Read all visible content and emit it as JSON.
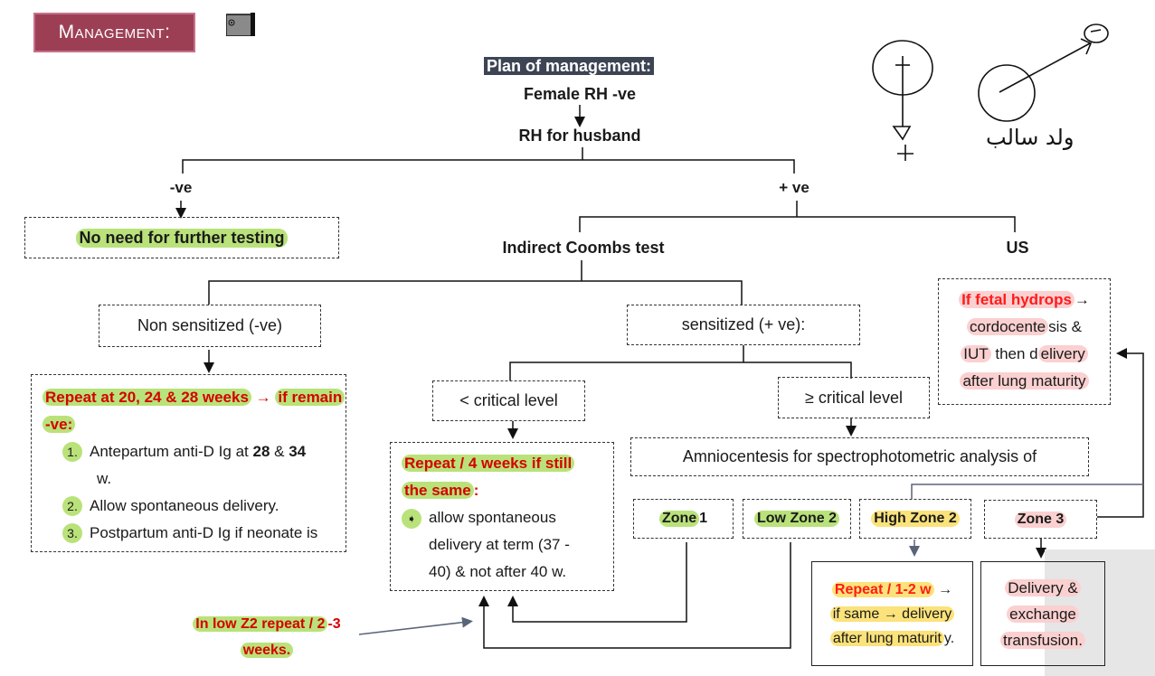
{
  "header": {
    "section_title": "Management:",
    "camera_icon": "camera-icon"
  },
  "flow": {
    "plan_title": "Plan of management:",
    "female_rh": "Female RH -ve",
    "husband_rh": "RH for husband",
    "neg_label": "-ve",
    "pos_label": "+ ve",
    "no_further": "No need for further testing",
    "indirect_coombs": "Indirect Coombs test",
    "us": "US",
    "non_sensitized": "Non sensitized (-ve)",
    "sensitized": "sensitized (+ ve):",
    "non_sens_box": {
      "heading_hl": "Repeat at 20, 24 & 28 weeks",
      "heading_arrow": "→",
      "heading_tail": "if remain",
      "heading_tail2": "-ve:",
      "items": [
        {
          "num": "1.",
          "text": "Antepartum anti-D Ig at ",
          "b1": "28",
          "mid": " & ",
          "b2": "34",
          "end": " w."
        },
        {
          "num": "2.",
          "text": "Allow spontaneous delivery."
        },
        {
          "num": "3.",
          "text": "Postpartum anti-D Ig if neonate is"
        }
      ]
    },
    "below_critical": "< critical level",
    "above_critical": "≥ critical level",
    "below_box": {
      "heading1": "Repeat / 4 weeks if still",
      "heading2": "the same",
      "heading2_colon": ":",
      "bullet_icon": "hand-pointer-icon",
      "line1": "allow spontaneous",
      "line2": "delivery at term (37 -",
      "line3": "40) & not after 40 w."
    },
    "amnio": "Amniocentesis for spectrophotometric analysis of",
    "zones": [
      {
        "hl": "Zone",
        "rest": " 1",
        "color": "green"
      },
      {
        "hl": "Low Zone 2",
        "rest": "",
        "color": "green"
      },
      {
        "hl": "High Zone 2",
        "rest": "",
        "color": "yellow"
      },
      {
        "hl": "Zone 3",
        "rest": "",
        "color": "pink"
      }
    ],
    "high_zone_box": {
      "line1_hl": "Repeat / 1-2 w",
      "line1_arrow": "→",
      "line2": "if same → delivery",
      "line3_hl": "after lung maturit",
      "line3_end": "y."
    },
    "zone3_box": {
      "line1": "Delivery &",
      "line2": "exchange",
      "line3": "transfusion."
    },
    "hydrops_box": {
      "line1_hl": "If fetal hydrops",
      "line1_arrow": "→",
      "line2_hl": "cordocente",
      "line2_end": "sis &",
      "line3_a": "IUT",
      "line3_b": " then d",
      "line3_c": "elivery",
      "line4": "after lung maturity"
    },
    "low_z2_note": {
      "line1_hl": "In low Z2 repeat / 2",
      "line1_end": "-3",
      "line2": "weeks."
    }
  },
  "annotations": {
    "handwritten_text": "ولد سالب",
    "handwritten_mark": "ᵛ",
    "minus_symbol": "−",
    "plus_symbol": "+"
  },
  "colors": {
    "title_badge": "#9c3f55",
    "plan_badge": "#3d4454",
    "red_text": "#d40000",
    "green_highlight": "#b9e27a",
    "yellow_highlight": "#fbe27a",
    "pink_highlight": "#fbd0d0"
  }
}
